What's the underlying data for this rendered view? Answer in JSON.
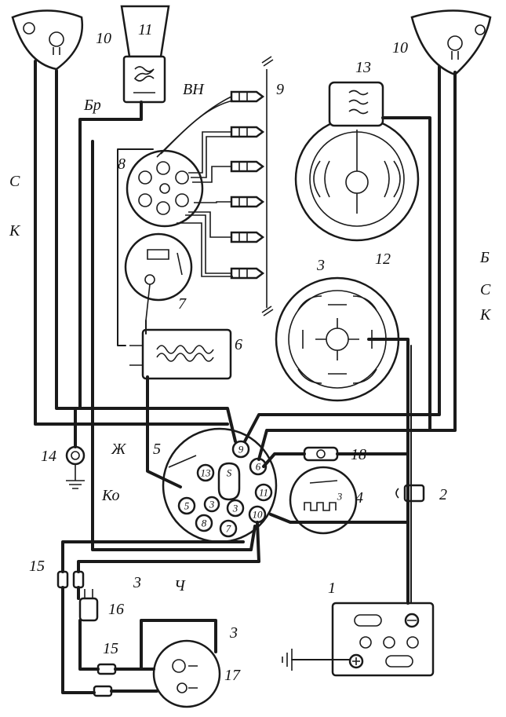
{
  "labels": {
    "n1": "1",
    "n2": "2",
    "n3a": "3",
    "n4": "4",
    "n5": "5",
    "n6": "6",
    "n7": "7",
    "n8": "8",
    "n9": "9",
    "n10a": "10",
    "n10b": "10",
    "n11": "11",
    "n12": "12",
    "n13": "13",
    "n14": "14",
    "n15a": "15",
    "n15b": "15",
    "n16": "16",
    "n17": "17",
    "n18": "18",
    "w3a": "3",
    "w3b": "3",
    "w4": "Ч",
    "wS_left": "С",
    "wK_left": "К",
    "wBr": "Бр",
    "wVN": "ВН",
    "wB_right": "Б",
    "wS_right": "С",
    "wK_right": "К",
    "wZh": "Ж",
    "wKo": "Ко"
  },
  "switch_terminals": [
    "9",
    "6",
    "11",
    "10",
    "3",
    "7",
    "8",
    "5",
    "13",
    "S",
    "3"
  ],
  "regulator_terminal": "3"
}
